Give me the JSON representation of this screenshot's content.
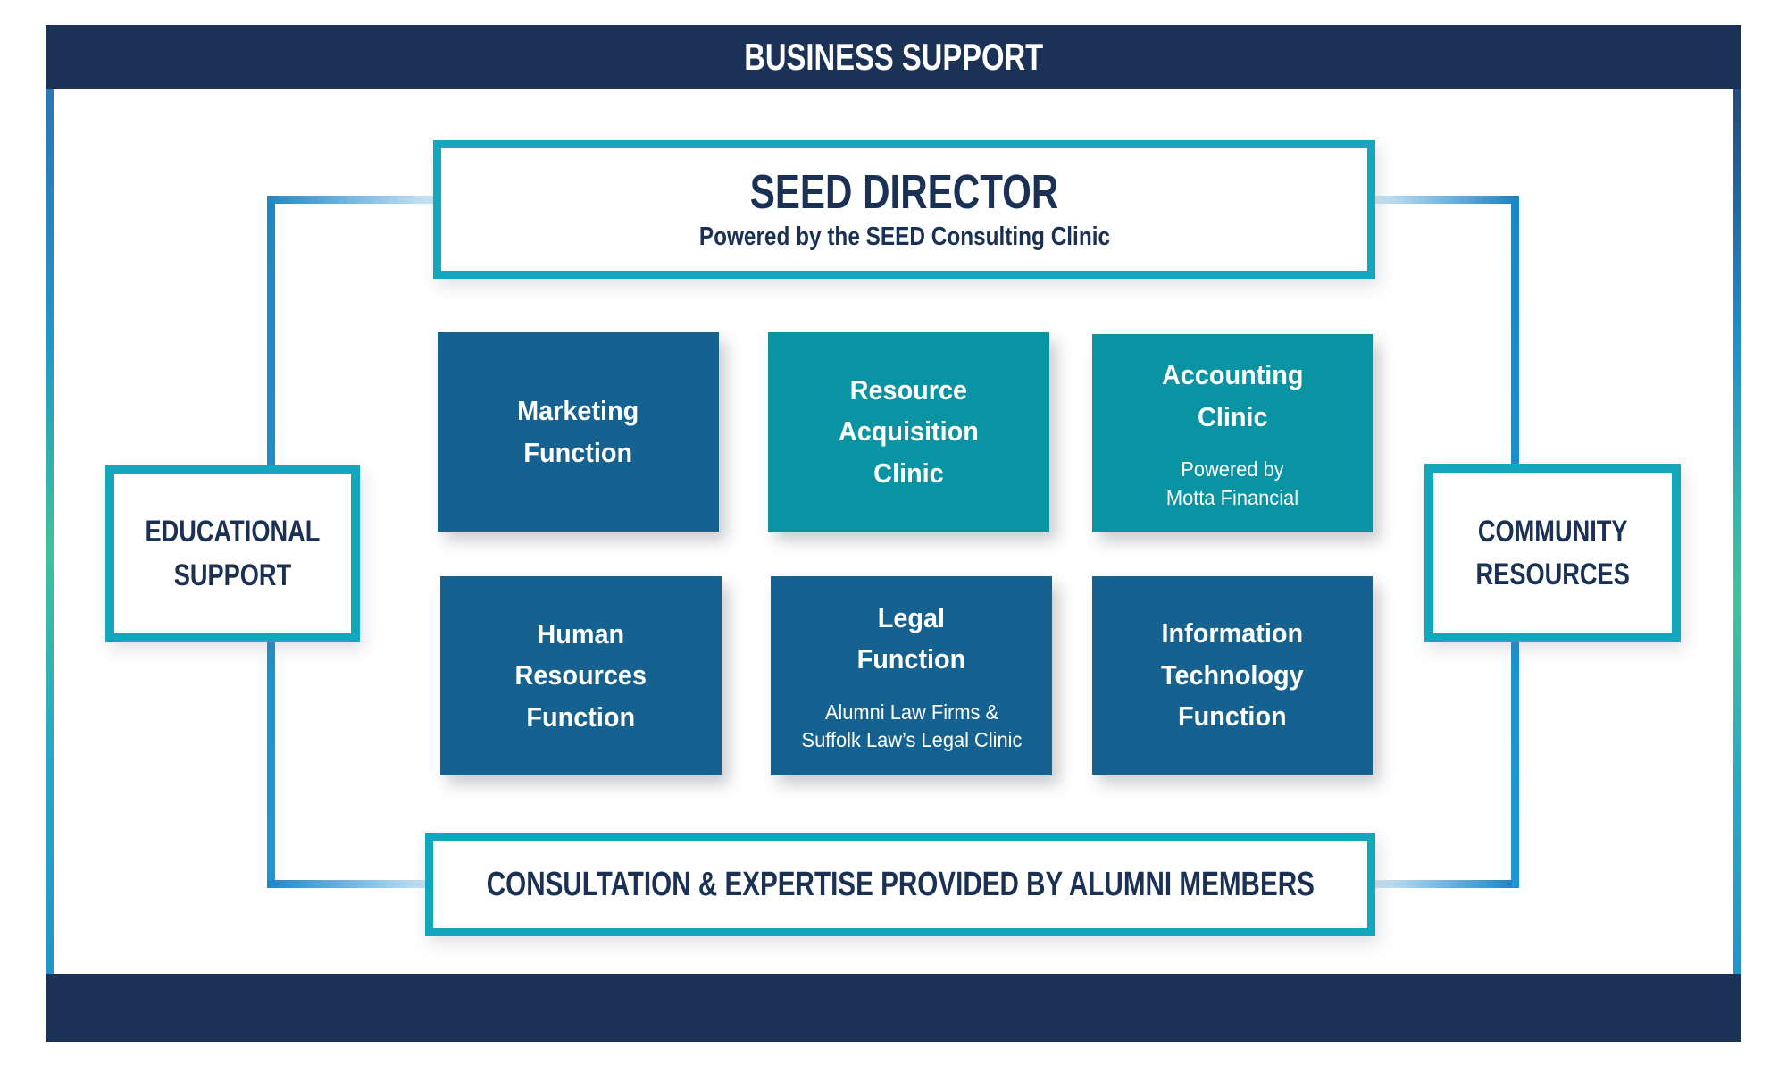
{
  "banner": {
    "title": "BUSINESS SUPPORT"
  },
  "director": {
    "title": "SEED DIRECTOR",
    "subtitle": "Powered by the SEED Consulting Clinic"
  },
  "educational": {
    "label": "EDUCATIONAL\nSUPPORT"
  },
  "community": {
    "label": "COMMUNITY\nRESOURCES"
  },
  "consultation": {
    "label": "CONSULTATION & EXPERTISE PROVIDED BY ALUMNI MEMBERS"
  },
  "functions": [
    {
      "title": "Marketing\nFunction",
      "variant": "blue"
    },
    {
      "title": "Resource\nAcquisition\nClinic",
      "variant": "teal"
    },
    {
      "title": "Accounting\nClinic",
      "subtitle": "Powered by\nMotta Financial",
      "variant": "teal"
    },
    {
      "title": "Human\nResources\nFunction",
      "variant": "blue"
    },
    {
      "title": "Legal\nFunction",
      "subtitle": "Alumni Law Firms &\nSuffolk Law’s Legal Clinic",
      "variant": "blue"
    },
    {
      "title": "Information\nTechnology\nFunction",
      "variant": "blue"
    }
  ],
  "colors": {
    "navy": "#1b3156",
    "teal_border": "#12a7be",
    "box_blue": "#15618f",
    "box_teal": "#0a93a3",
    "connector_blue": "#1e8fcb",
    "connector_light": "#cfe6f5",
    "text_navy": "#1a3155"
  }
}
